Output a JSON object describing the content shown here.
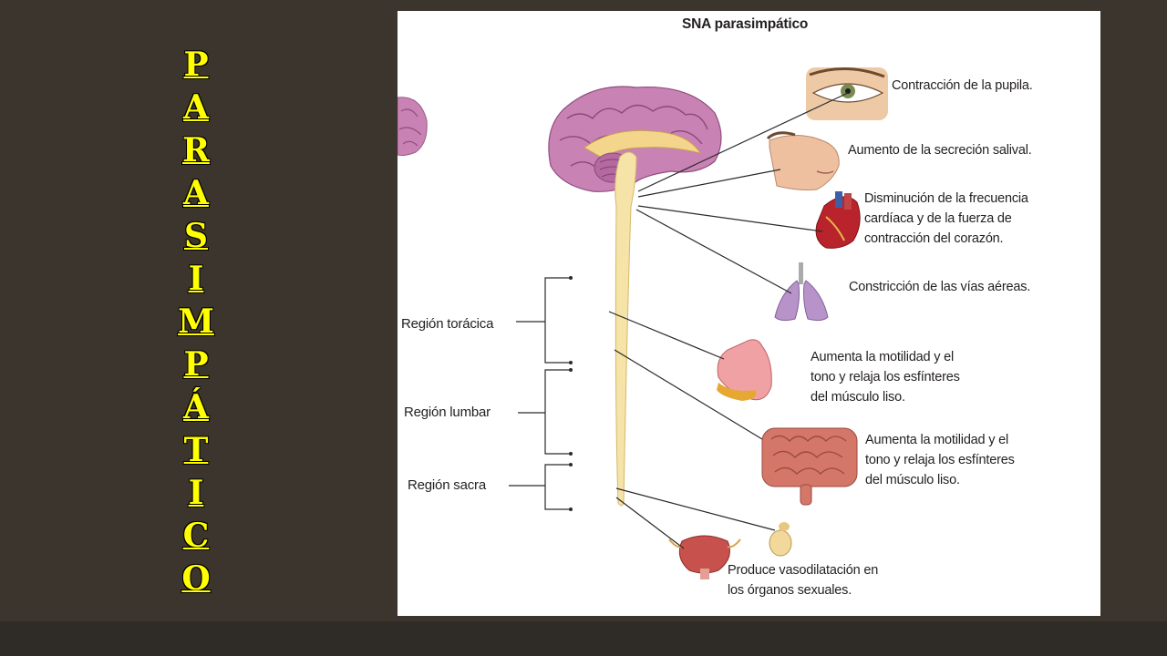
{
  "side_title": [
    "P",
    "A",
    "R",
    "A",
    "S",
    "I",
    "M",
    "P",
    "Á",
    "T",
    "I",
    "C",
    "O"
  ],
  "figure": {
    "heading": "SNA parasimpático",
    "effects": {
      "pupila": [
        "Contracción de la pupila."
      ],
      "saliva": [
        "Aumento de la secreción salival."
      ],
      "corazon": [
        "Disminución de la frecuencia",
        "cardíaca y de la fuerza de",
        "contracción del corazón."
      ],
      "vias": [
        "Constricción de las vías aéreas."
      ],
      "estomago": [
        "Aumenta la motilidad y el",
        "tono y relaja los esfínteres",
        "del músculo liso."
      ],
      "intestino": [
        "Aumenta la motilidad y el",
        "tono y relaja los esfínteres",
        "del músculo liso."
      ],
      "sexual": [
        "Produce vasodilatación en",
        "los órganos sexuales."
      ]
    },
    "regions": {
      "toracica": "Región torácica",
      "lumbar": "Región lumbar",
      "sacra": "Región sacra"
    }
  },
  "colors": {
    "background": "#3c352d",
    "title": "#ffff00",
    "brain": "#c982b4",
    "spinal_cord": "#f6e3a8",
    "heart": "#b8232c",
    "lungs": "#b793c9",
    "stomach": "#f0a1a4",
    "intestine": "#d47768",
    "bladder": "#c7524d"
  }
}
